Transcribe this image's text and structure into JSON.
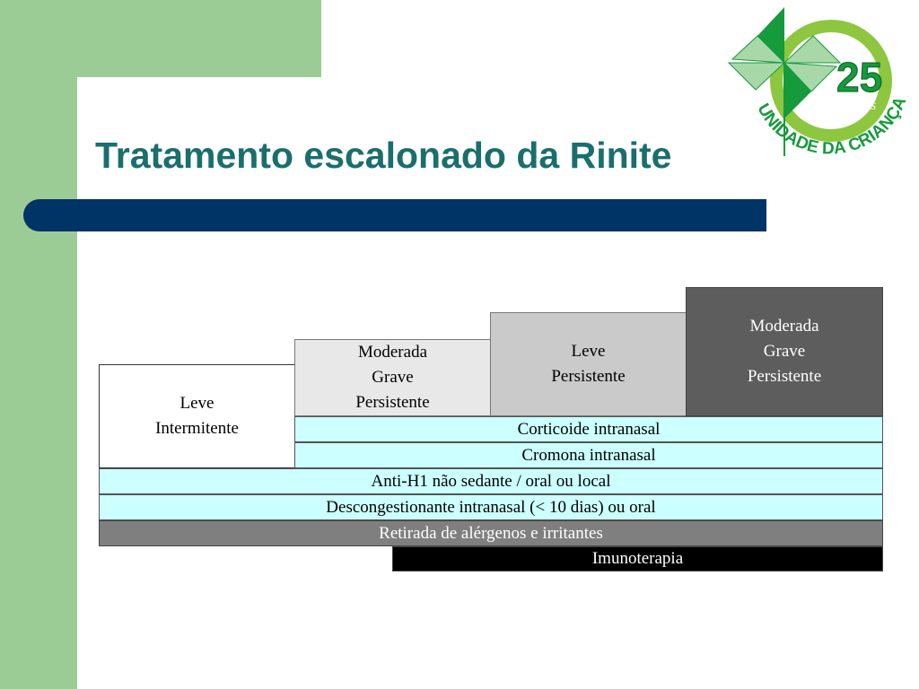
{
  "slide": {
    "title": "Tratamento escalonado da Rinite"
  },
  "logo": {
    "number": "25",
    "number_sub": "anos",
    "text": "UNIDADE DA CRIANÇA",
    "colors": {
      "green": "#159a3c",
      "lime": "#8dc63f",
      "light_green": "#a8d8a8"
    }
  },
  "severity": {
    "leve_intermitente": [
      "Leve",
      "Intermitente"
    ],
    "moderada_grave_intermitente": [
      "Moderada",
      "Grave",
      "Persistente"
    ],
    "leve_persistente": [
      "Leve",
      "Persistente"
    ],
    "moderada_grave_persistente": [
      "Moderada",
      "Grave",
      "Persistente"
    ]
  },
  "treatments": {
    "corticoide": "Corticoide intranasal",
    "cromona": "Cromona intranasal",
    "anti_h1": "Anti-H1 não sedante / oral ou local",
    "descongestionante": "Descongestionante intranasal (< 10 dias) ou oral",
    "retirada": "Retirada de alérgenos e irritantes",
    "imunoterapia": "Imunoterapia"
  },
  "colors": {
    "title": "#1a6e6e",
    "title_bar": "#003366",
    "side_green": "#9ccc95",
    "cyan_rows": "#ccffff"
  }
}
